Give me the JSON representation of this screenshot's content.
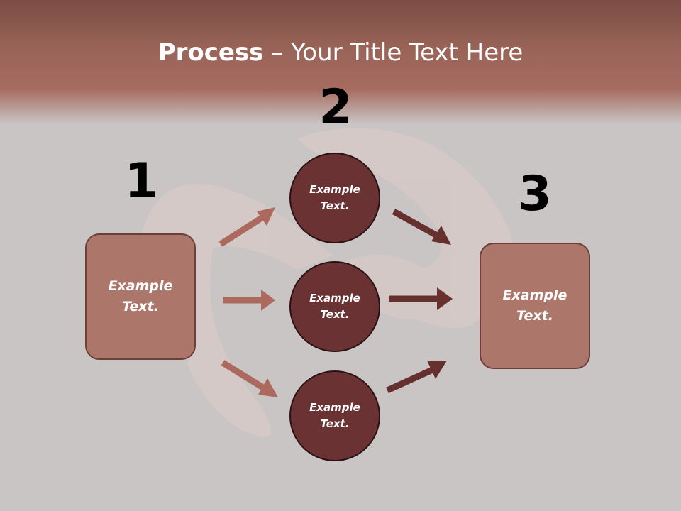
{
  "title": {
    "bold": "Process",
    "rest": " – Your Title Text Here"
  },
  "numbers": [
    "1",
    "2",
    "3"
  ],
  "boxes": {
    "left": "Example Text.",
    "right": "Example Text."
  },
  "circles": [
    "Example Text.",
    "Example Text.",
    "Example Text."
  ],
  "colors": {
    "header": "#9a6458",
    "box": "#ac766b",
    "circle": "#6b3233",
    "arrow_left": "#ac6a5e",
    "arrow_right": "#66302e"
  }
}
